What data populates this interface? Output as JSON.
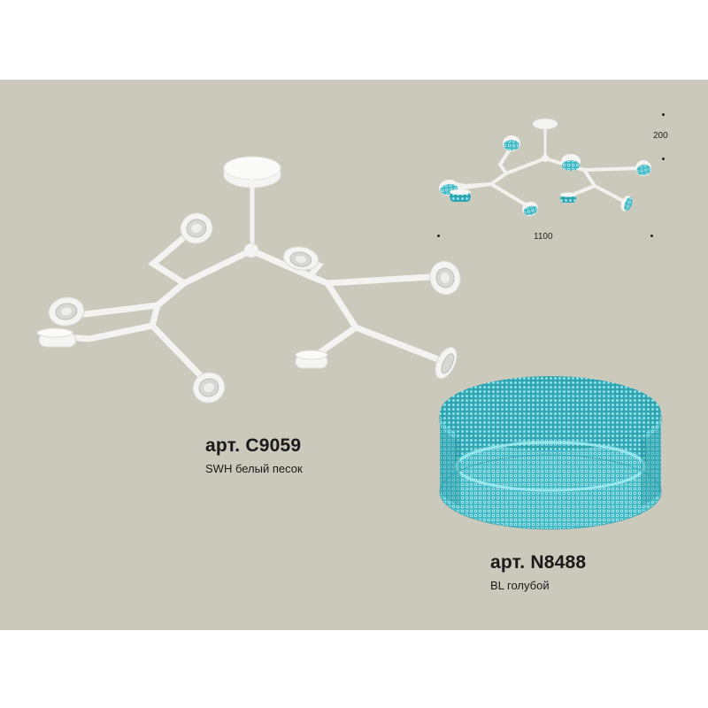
{
  "product_main": {
    "article": "арт. C9059",
    "finish": "SWH белый песок"
  },
  "product_ring": {
    "article": "арт. N8488",
    "finish": "BL голубой"
  },
  "dimensions": {
    "height": "200",
    "width": "1100"
  },
  "colors": {
    "background": "#cbc9bc",
    "fixture_white": "#f2f2f0",
    "crystal_blue": "#3fb8c4"
  }
}
